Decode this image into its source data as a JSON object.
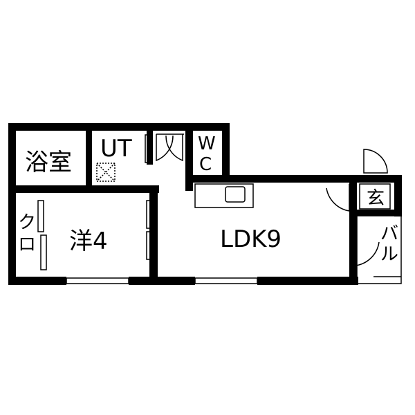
{
  "rooms": {
    "bath": "浴室",
    "utility": "UT",
    "wc_top": "W",
    "wc_bottom": "C",
    "western": "洋4",
    "closet_top": "ク",
    "closet_bottom": "ロ",
    "ldk": "LDK9",
    "entrance": "玄",
    "balcony_top": "バ",
    "balcony_bottom": "ル"
  },
  "colors": {
    "wall": "#000000",
    "background": "#ffffff"
  }
}
